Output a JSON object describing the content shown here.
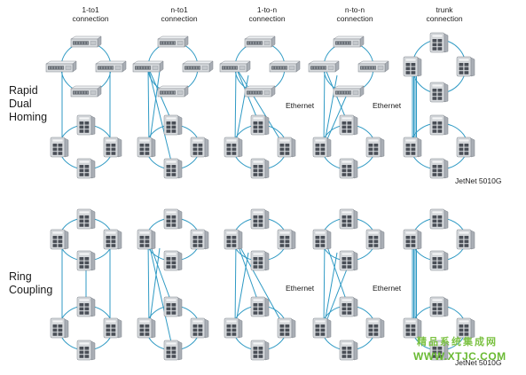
{
  "columns": [
    {
      "label_line1": "1-to1",
      "label_line2": "connection"
    },
    {
      "label_line1": "n-to1",
      "label_line2": "connection"
    },
    {
      "label_line1": "1-to-n",
      "label_line2": "connection"
    },
    {
      "label_line1": "n-to-n",
      "label_line2": "connection"
    },
    {
      "label_line1": "trunk",
      "label_line2": "connection"
    }
  ],
  "sections": {
    "top": {
      "line1": "Rapid",
      "line2": "Dual",
      "line3": "Homing"
    },
    "bottom": {
      "line1": "Ring",
      "line2": "Coupling"
    }
  },
  "labels": {
    "ethernet": "Ethernet",
    "jetnet": "JetNet 5010G"
  },
  "watermark": {
    "line1": "精品系统集成网",
    "line2": "WWW.XTJC.COM"
  },
  "colors": {
    "link": "#2f9ac4",
    "device_light": "#d9dcdf",
    "device_dark": "#4a4f57"
  }
}
